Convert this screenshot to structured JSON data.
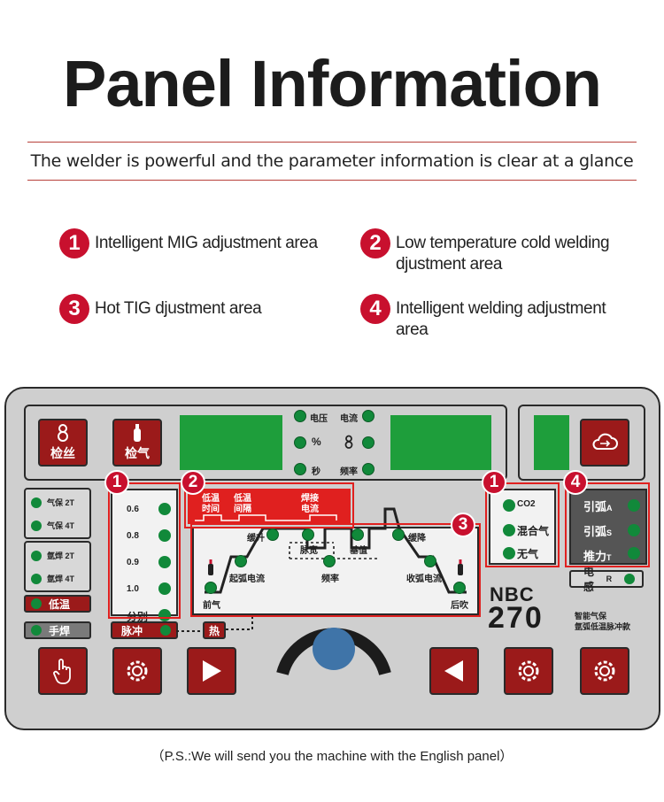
{
  "header": {
    "title": "Panel Information",
    "subtitle": "The welder is powerful and the parameter information is clear at a glance"
  },
  "features": [
    {
      "num": "1",
      "line1": "Intelligent MIG adjustment area",
      "line2": ""
    },
    {
      "num": "2",
      "line1": "Low temperature cold welding",
      "line2": "djustment area"
    },
    {
      "num": "3",
      "line1": "Hot TIG djustment area",
      "line2": ""
    },
    {
      "num": "4",
      "line1": "Intelligent welding adjustment",
      "line2": "area"
    }
  ],
  "panel": {
    "top_buttons": {
      "wire_check": "检丝",
      "gas_check": "检气"
    },
    "display_labels": {
      "voltage": "电压",
      "current": "电流",
      "percent": "%",
      "seconds": "秒",
      "frequency": "频率"
    },
    "left_modes": {
      "gas2t": "气保 2T",
      "gas4t": "气保 4T",
      "argon2t": "氩焊 2T",
      "argon4t": "氩焊 4T",
      "low_temp": "低温",
      "manual": "手焊",
      "pulse": "脉冲",
      "hot": "热"
    },
    "wire_sizes": [
      "0.6",
      "0.8",
      "0.9",
      "1.0",
      "分别"
    ],
    "cold_bar": {
      "low_temp_time": [
        "低温",
        "时间"
      ],
      "low_temp_interval": [
        "低温",
        "间隔"
      ],
      "weld_current": [
        "焊接",
        "电流"
      ]
    },
    "waveform": {
      "slow_rise": "缓升",
      "pulse_width": "脉宽",
      "base_value": "基值",
      "slow_fall": "缓降",
      "arc_start_current": "起弧电流",
      "frequency": "频率",
      "arc_end_current": "收弧电流",
      "pre_gas": "前气",
      "post_gas": "后吹"
    },
    "gas_types": [
      "CO2",
      "混合气",
      "无气"
    ],
    "arc_settings": [
      {
        "label": "引弧",
        "sub": "A"
      },
      {
        "label": "引弧",
        "sub": "S"
      },
      {
        "label": "推力",
        "sub": "T"
      }
    ],
    "inductance": {
      "label": "电感",
      "sub": "R"
    },
    "model": {
      "line1": "NBC",
      "line2": "270",
      "desc1": "智能气保",
      "desc2": "氩弧低温脉冲款"
    },
    "badges": [
      "1",
      "2",
      "3",
      "1",
      "4"
    ]
  },
  "footnote": "（P.S.:We will send you the machine with the English panel）",
  "colors": {
    "accent_red": "#c8102e",
    "panel_gray": "#cfcfcf",
    "display_green": "#1e9e3b",
    "button_red": "#9b1a1a"
  }
}
